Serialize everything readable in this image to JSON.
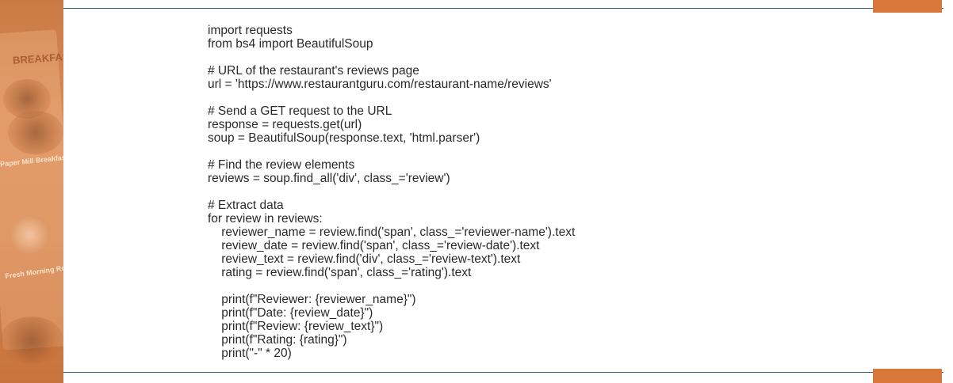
{
  "side_image": {
    "title": "BREAKFAST",
    "item1": "Paper Mill Breakfast",
    "item2": "Fresh Morning Roll Fillings"
  },
  "code": {
    "lines": [
      "import requests",
      "from bs4 import BeautifulSoup",
      "",
      "# URL of the restaurant's reviews page",
      "url = 'https://www.restaurantguru.com/restaurant-name/reviews'",
      "",
      "# Send a GET request to the URL",
      "response = requests.get(url)",
      "soup = BeautifulSoup(response.text, 'html.parser')",
      "",
      "# Find the review elements",
      "reviews = soup.find_all('div', class_='review')",
      "",
      "# Extract data",
      "for review in reviews:",
      "    reviewer_name = review.find('span', class_='reviewer-name').text",
      "    review_date = review.find('span', class_='review-date').text",
      "    review_text = review.find('div', class_='review-text').text",
      "    rating = review.find('span', class_='rating').text",
      "",
      "    print(f\"Reviewer: {reviewer_name}\")",
      "    print(f\"Date: {review_date}\")",
      "    print(f\"Review: {review_text}\")",
      "    print(f\"Rating: {rating}\")",
      "    print(\"-\" * 20)"
    ]
  },
  "colors": {
    "accent": "#d9773a",
    "rule": "#2e5c6b",
    "text": "#2a2a2a"
  }
}
